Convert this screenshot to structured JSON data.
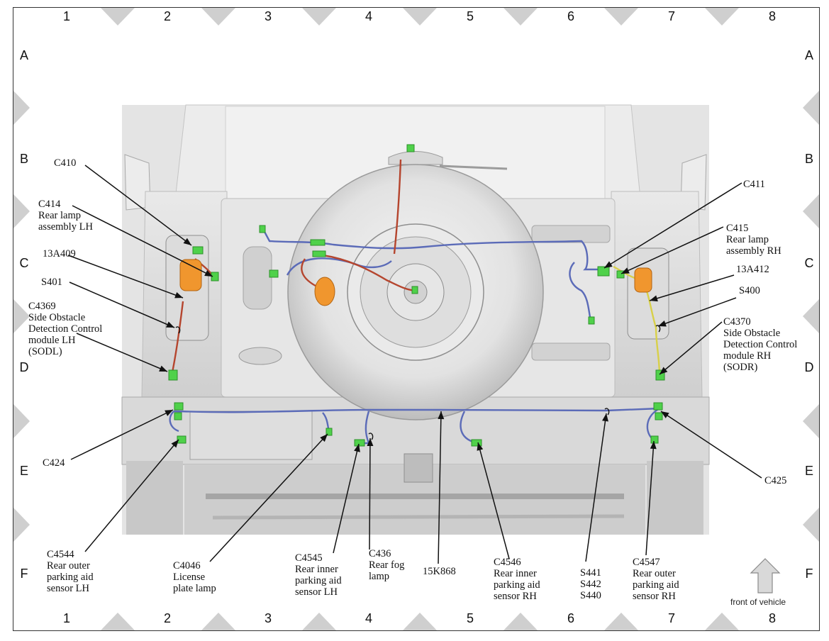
{
  "grid": {
    "columns": [
      "1",
      "2",
      "3",
      "4",
      "5",
      "6",
      "7",
      "8"
    ],
    "rows": [
      "A",
      "B",
      "C",
      "D",
      "E",
      "F"
    ]
  },
  "callouts": [
    {
      "id": "c410",
      "lines": [
        "C410"
      ]
    },
    {
      "id": "c414",
      "lines": [
        "C414",
        "Rear lamp",
        "assembly LH"
      ]
    },
    {
      "id": "13a409",
      "lines": [
        "13A409"
      ]
    },
    {
      "id": "s401",
      "lines": [
        "S401"
      ]
    },
    {
      "id": "c4369",
      "lines": [
        "C4369",
        "Side Obstacle",
        "Detection Control",
        "module LH",
        "(SODL)"
      ]
    },
    {
      "id": "c424",
      "lines": [
        "C424"
      ]
    },
    {
      "id": "c4544",
      "lines": [
        "C4544",
        "Rear outer",
        "parking aid",
        "sensor LH"
      ]
    },
    {
      "id": "c4046",
      "lines": [
        "C4046",
        "License",
        "plate lamp"
      ]
    },
    {
      "id": "c4545",
      "lines": [
        "C4545",
        "Rear inner",
        "parking aid",
        "sensor LH"
      ]
    },
    {
      "id": "c436",
      "lines": [
        "C436",
        "Rear fog",
        "lamp"
      ]
    },
    {
      "id": "15k868",
      "lines": [
        "15K868"
      ]
    },
    {
      "id": "c4546",
      "lines": [
        "C4546",
        "Rear inner",
        "parking aid",
        "sensor RH"
      ]
    },
    {
      "id": "s441",
      "lines": [
        "S441",
        "S442",
        "S440"
      ]
    },
    {
      "id": "c4547",
      "lines": [
        "C4547",
        "Rear outer",
        "parking aid",
        "sensor RH"
      ]
    },
    {
      "id": "c425",
      "lines": [
        "C425"
      ]
    },
    {
      "id": "c411",
      "lines": [
        "C411"
      ]
    },
    {
      "id": "c415",
      "lines": [
        "C415",
        "Rear lamp",
        "assembly RH"
      ]
    },
    {
      "id": "13a412",
      "lines": [
        "13A412"
      ]
    },
    {
      "id": "s400",
      "lines": [
        "S400"
      ]
    },
    {
      "id": "c4370",
      "lines": [
        "C4370",
        "Side Obstacle",
        "Detection Control",
        "module RH",
        "(SODR)"
      ]
    }
  ],
  "front_of_vehicle": "front of vehicle",
  "colors": {
    "harness_blue": "#5b6bb8",
    "harness_yellow": "#d8d04a",
    "harness_red": "#b5452e",
    "connector_green": "#4fd14a",
    "lamp_orange": "#f0962e",
    "vehicle_gray": "#d6d6d6"
  }
}
